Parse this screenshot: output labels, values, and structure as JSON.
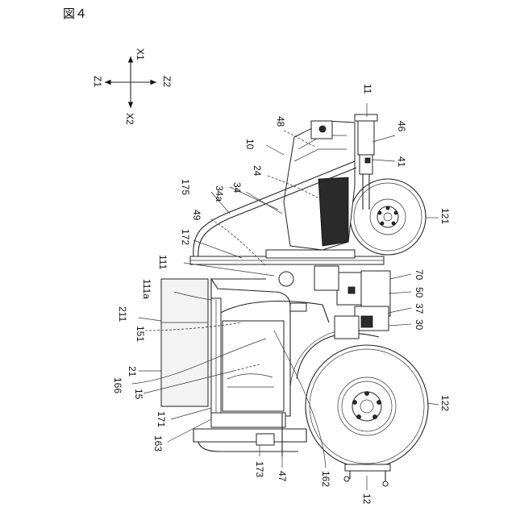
{
  "figure": {
    "title": "図４"
  },
  "axes": {
    "x1": "X1",
    "x2": "X2",
    "z1": "Z1",
    "z2": "Z2"
  },
  "labels": {
    "l11": "11",
    "l46": "46",
    "l48": "48",
    "l10": "10",
    "l41": "41",
    "l24": "24",
    "l175": "175",
    "l34a": "34a",
    "l34": "34",
    "l49": "49",
    "l121": "121",
    "l172": "172",
    "l111": "111",
    "l70": "70",
    "l111a": "111a",
    "l50": "50",
    "l37": "37",
    "l211": "211",
    "l30": "30",
    "l151": "151",
    "l21": "21",
    "l166": "166",
    "l15": "15",
    "l122": "122",
    "l171": "171",
    "l163": "163",
    "l173": "173",
    "l47": "47",
    "l162": "162",
    "l12": "12"
  }
}
